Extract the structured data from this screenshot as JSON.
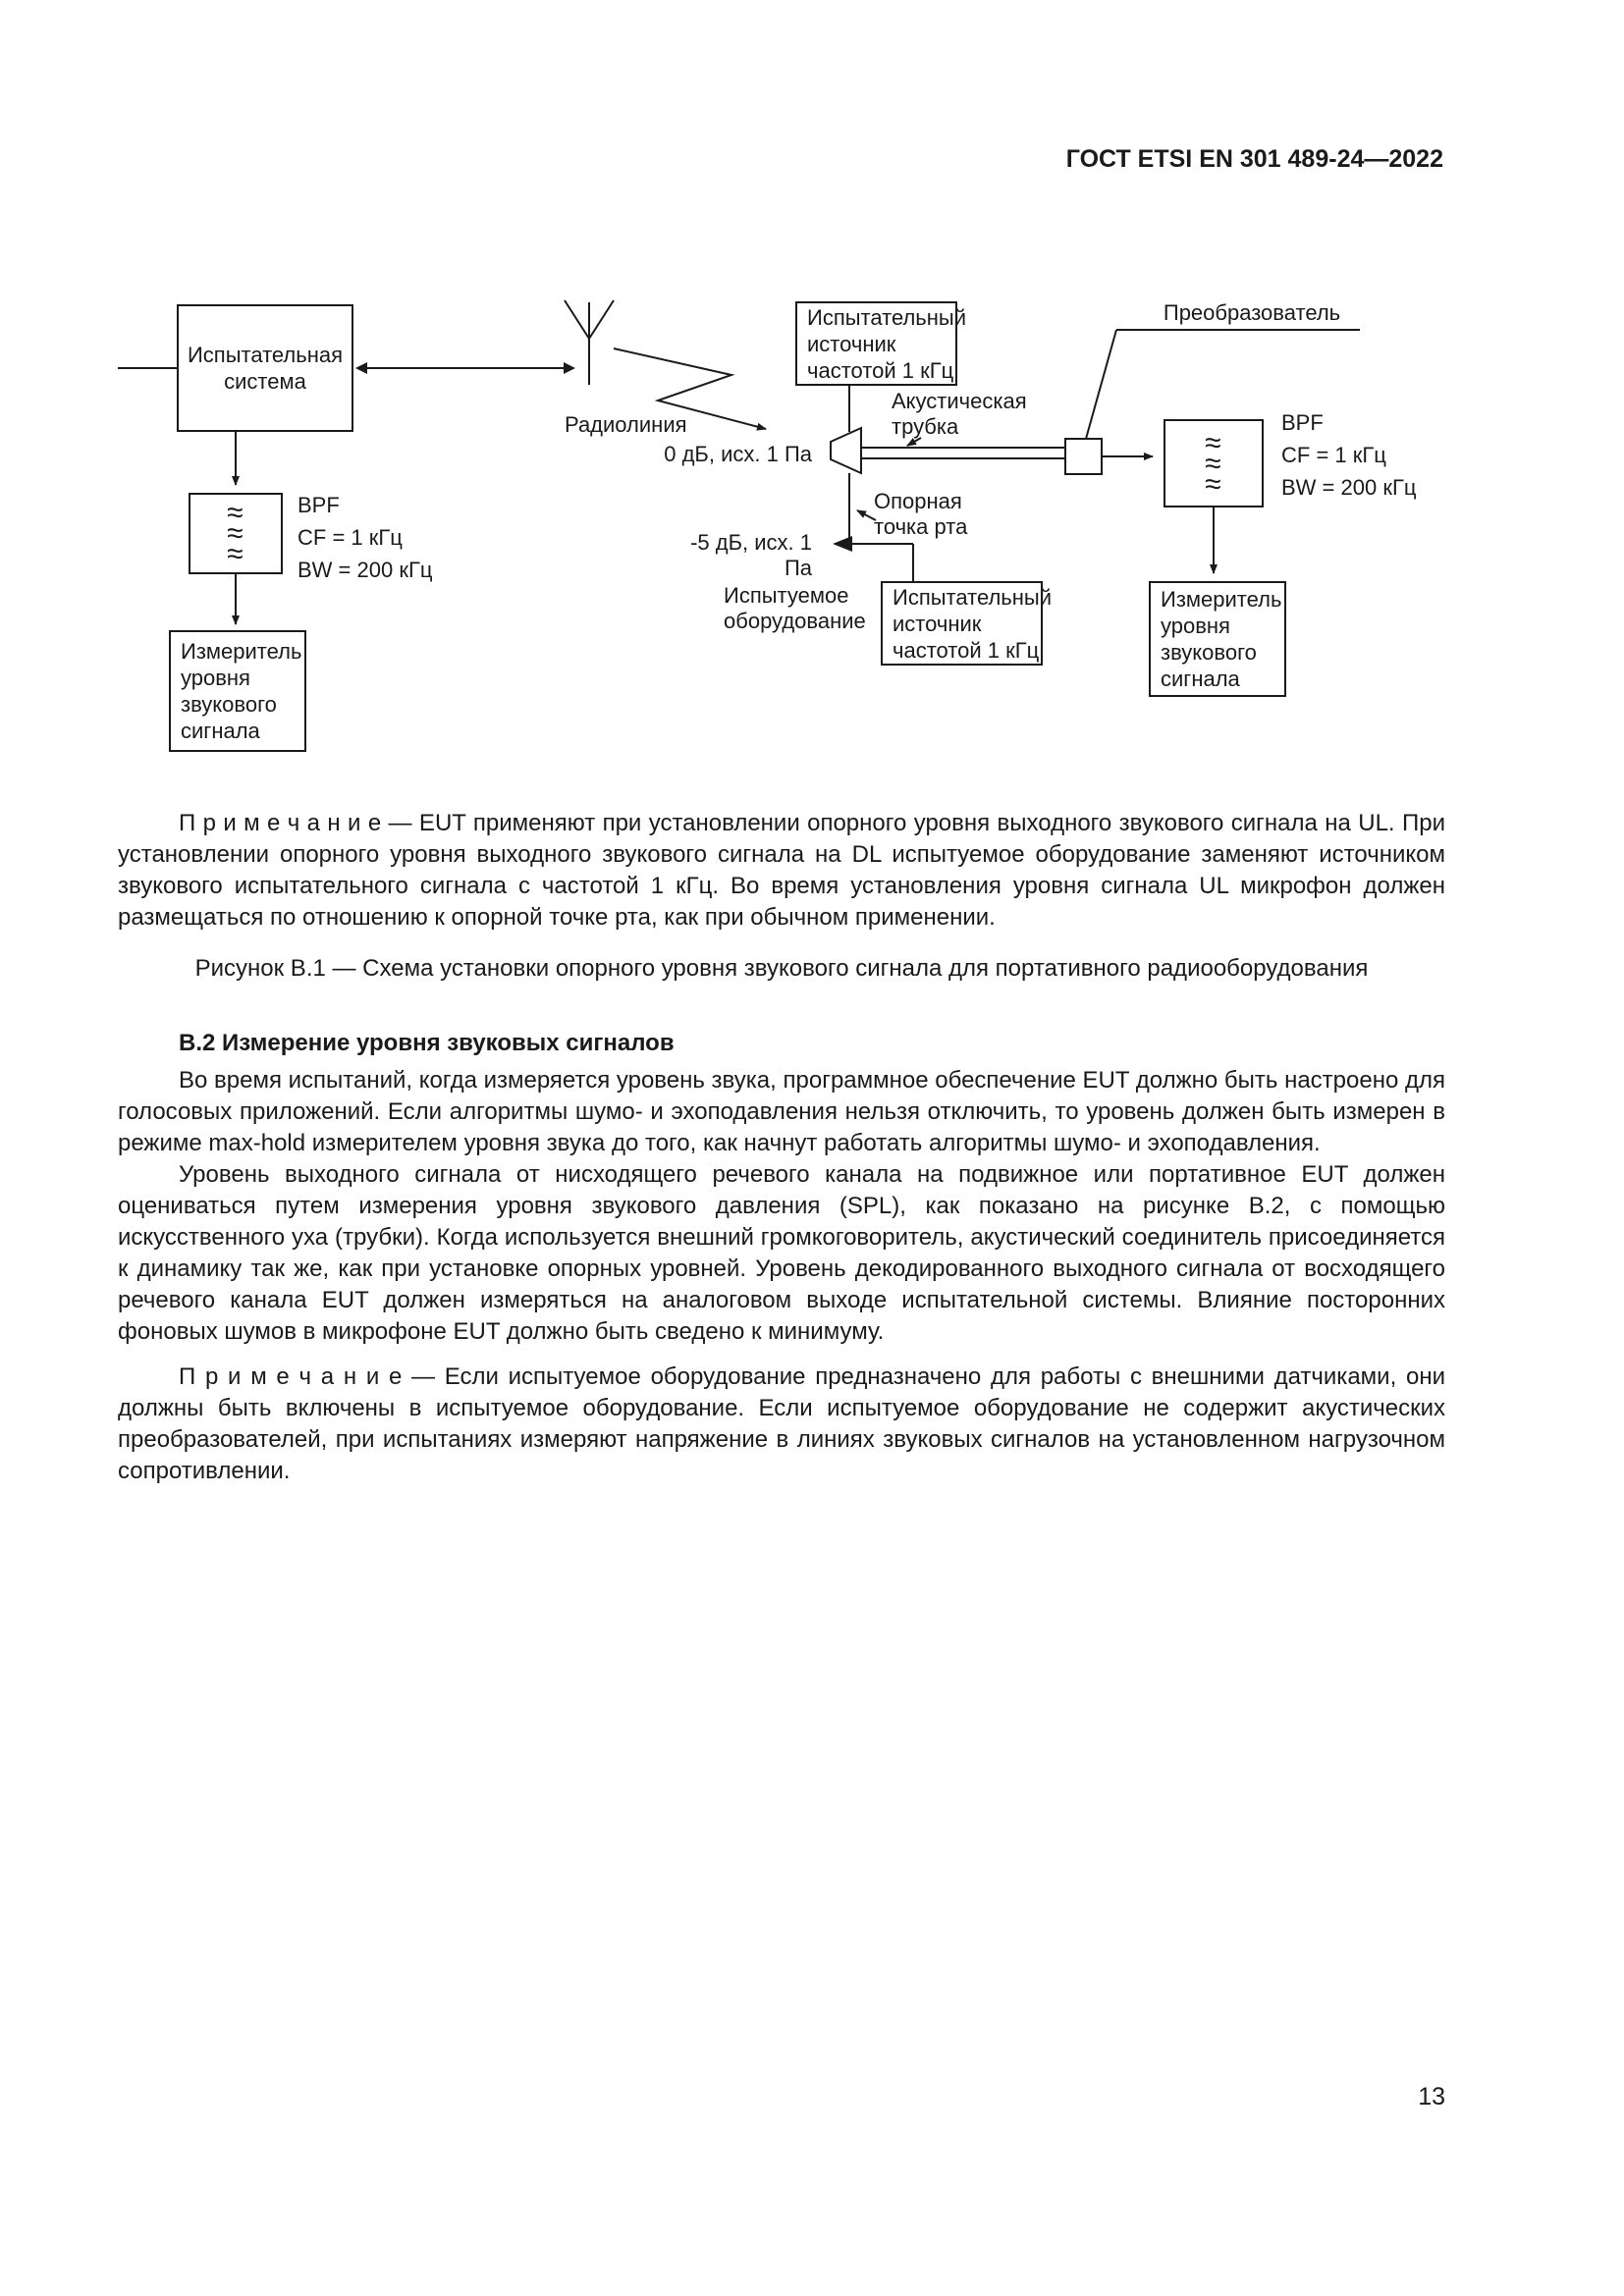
{
  "colors": {
    "paper": "#ffffff",
    "ink": "#1a1a1a"
  },
  "header": {
    "title": "ГОСТ ETSI EN 301 489-24—2022"
  },
  "diagram": {
    "boxes": {
      "test_system": "Испытательная\nсистема",
      "test_source_top": "Испытательный\nисточник\nчастотой 1 кГц",
      "test_source_bottom": "Испытательный\nисточник\nчастотой 1 кГц",
      "level_meter_left": "Измеритель\nуровня\nзвукового\nсигнала",
      "level_meter_right": "Измеритель\nуровня\nзвукового\nсигнала",
      "filter_glyph": "≈\n≈\n≈"
    },
    "labels": {
      "radio_link": "Радиолиния",
      "transducer": "Преобразователь",
      "acoustic_tube": "Акустическая\nтрубка",
      "level_0db": "0 дБ, исх. 1 Па",
      "mouth_reference": "Опорная\nточка рта",
      "level_minus5db": "-5 дБ, исх. 1 Па",
      "eut": "Испытуемое\nоборудование",
      "bpf_left": "BPF\nCF = 1 кГц\nBW = 200 кГц",
      "bpf_right": "BPF\nCF = 1 кГц\nBW = 200 кГц"
    }
  },
  "content": {
    "note1": "П р и м е ч а н и е  —  EUT применяют при установлении опорного уровня выходного звукового сигнала на UL. При установлении опорного уровня выходного звукового сигнала на DL испытуемое оборудование заменяют источником звукового испытательного сигнала с частотой 1 кГц. Во время установления уровня сигнала UL микрофон должен размещаться по отношению к опорной точке рта, как при обычном применении.",
    "figure_caption": "Рисунок В.1 — Схема установки опорного уровня звукового сигнала для портативного радиооборудования",
    "section_heading": "В.2 Измерение уровня звуковых сигналов",
    "para1": "Во время испытаний, когда измеряется уровень звука, программное обеспечение EUT должно быть настроено для голосовых приложений. Если алгоритмы шумо- и эхоподавления нельзя отключить, то уровень должен быть измерен в режиме max-hold измерителем уровня звука до того, как начнут работать алгоритмы шумо- и эхоподавления.",
    "para2": "Уровень выходного сигнала от нисходящего речевого канала на подвижное или портативное EUT должен оцениваться путем измерения уровня звукового давления (SPL), как показано на рисунке В.2, с помощью искусственного уха (трубки). Когда используется внешний громкоговоритель, акустический соединитель присоединяется к динамику так же, как при установке опорных уровней. Уровень декодированного выходного сигнала от восходящего речевого канала EUT должен измеряться на аналоговом выходе испытательной системы. Влияние посторонних фоновых шумов в микрофоне EUT должно быть сведено к минимуму.",
    "note2": "П р и м е ч а н и е  —  Если испытуемое оборудование предназначено для работы с внешними датчиками, они должны быть включены в испытуемое оборудование. Если испытуемое оборудование не содержит акустических преобразователей, при испытаниях измеряют напряжение в линиях звуковых сигналов на установленном нагрузочном сопротивлении."
  },
  "footer": {
    "page_number": "13"
  }
}
